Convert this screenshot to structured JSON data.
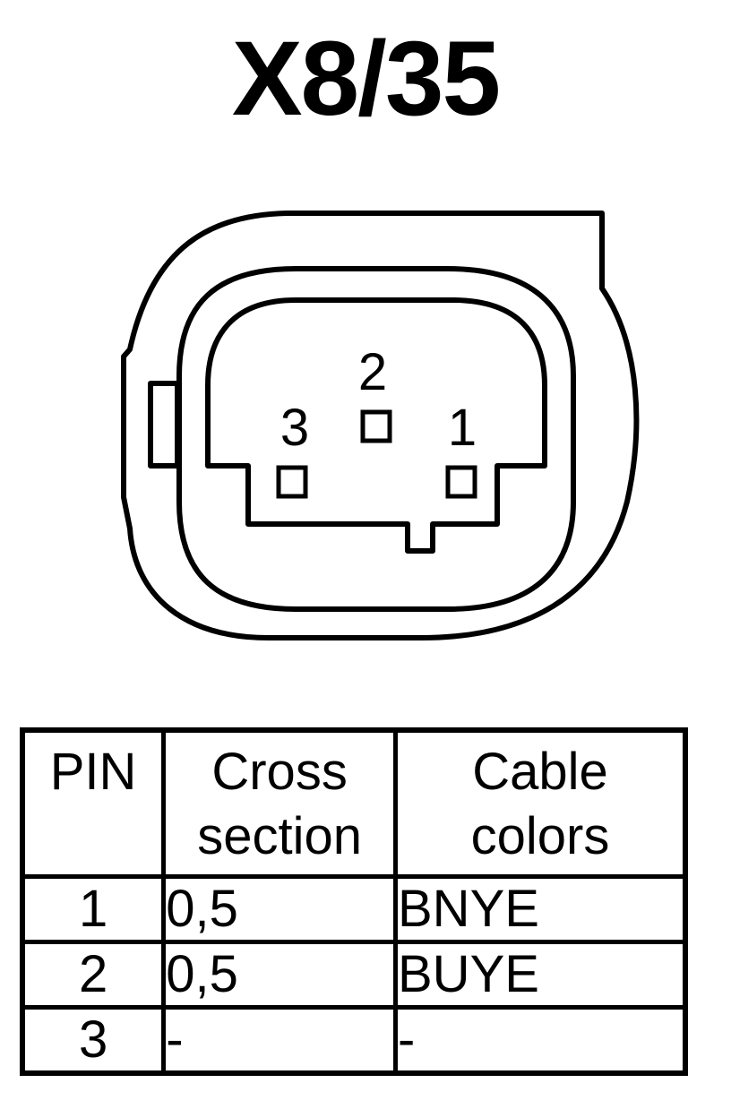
{
  "title": "X8/35",
  "connector": {
    "pin_labels": [
      "1",
      "2",
      "3"
    ]
  },
  "table": {
    "headers": {
      "pin": "PIN",
      "cross_section_line1": "Cross",
      "cross_section_line2": "section",
      "cable_colors_line1": "Cable",
      "cable_colors_line2": "colors"
    },
    "rows": [
      {
        "pin": "1",
        "cross_section": "0,5",
        "cable_color": "BNYE"
      },
      {
        "pin": "2",
        "cross_section": "0,5",
        "cable_color": "BUYE"
      },
      {
        "pin": "3",
        "cross_section": "-",
        "cable_color": "-"
      }
    ]
  }
}
